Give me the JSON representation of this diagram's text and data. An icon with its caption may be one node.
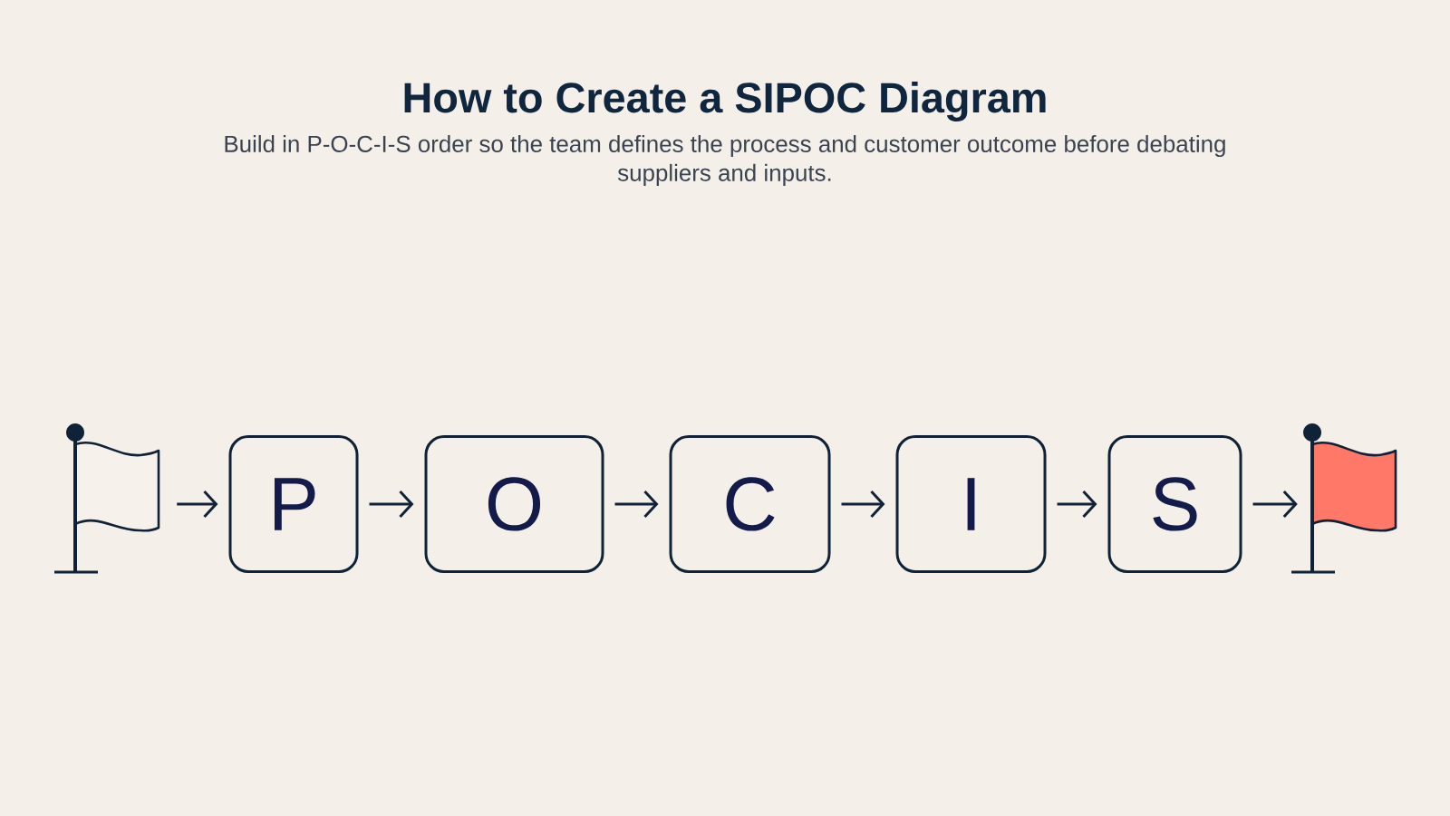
{
  "diagram": {
    "title": "How to Create a SIPOC Diagram",
    "caption": "Build in P-O-C-I-S order so the team defines the process and customer outcome before debating suppliers and inputs.",
    "nodes": [
      {
        "text": [],
        "shape": "picture"
      },
      {
        "text": [
          "P"
        ]
      },
      {
        "text": [
          "O"
        ]
      },
      {
        "text": [
          "C"
        ]
      },
      {
        "text": [
          "I"
        ]
      },
      {
        "text": [
          "S"
        ]
      },
      {
        "text": [],
        "shape": "picture"
      }
    ],
    "edges": [
      {
        "from": 0,
        "to": 1,
        "arrow": "to"
      },
      {
        "from": 1,
        "to": 2,
        "arrow": "to"
      },
      {
        "from": 2,
        "to": 3,
        "arrow": "to"
      },
      {
        "from": 3,
        "to": 4,
        "arrow": "to"
      },
      {
        "from": 4,
        "to": 5,
        "arrow": "to"
      },
      {
        "from": 5,
        "to": 6,
        "arrow": "to"
      }
    ]
  }
}
